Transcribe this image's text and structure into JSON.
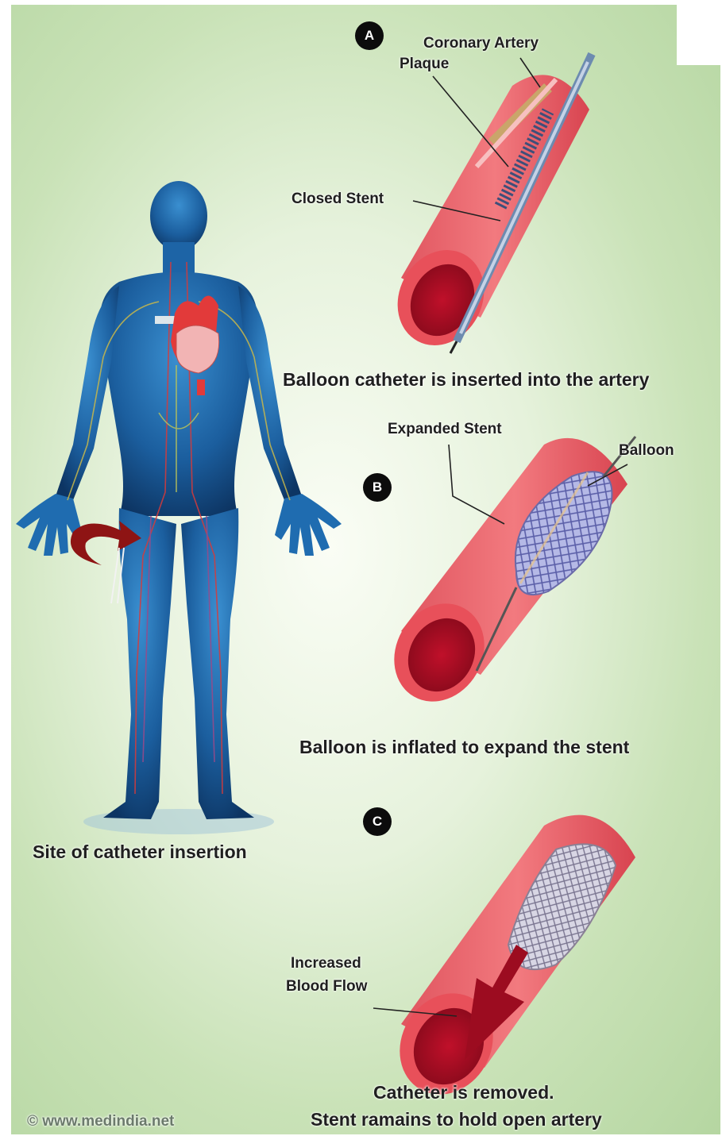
{
  "steps": {
    "a": {
      "badge": "A",
      "caption": "Balloon catheter is inserted into the artery",
      "labels": {
        "artery": "Coronary Artery",
        "plaque": "Plaque",
        "stent": "Closed Stent"
      }
    },
    "b": {
      "badge": "B",
      "caption": "Balloon is inflated to expand the stent",
      "labels": {
        "stent": "Expanded Stent",
        "balloon": "Balloon"
      }
    },
    "c": {
      "badge": "C",
      "caption_line1": "Catheter is removed.",
      "caption_line2": "Stent ramains to hold open artery",
      "labels": {
        "flow_line1": "Increased",
        "flow_line2": "Blood Flow"
      }
    }
  },
  "body_caption": "Site of catheter insertion",
  "credit": "©  www.medindia.net"
}
